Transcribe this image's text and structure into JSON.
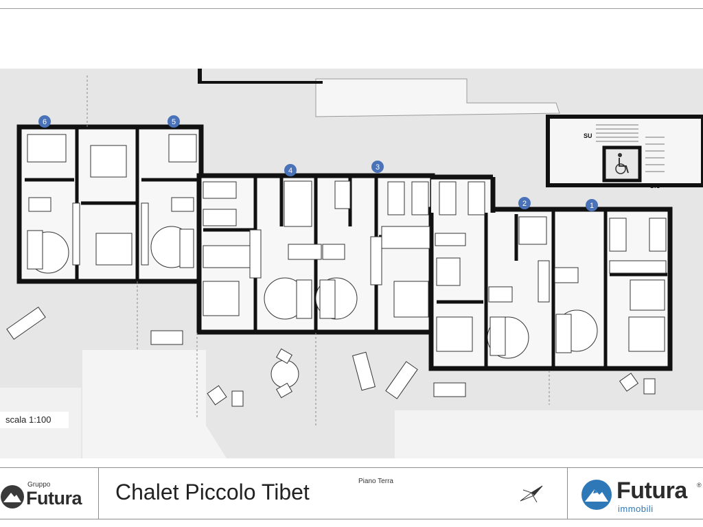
{
  "plan": {
    "scale_label": "scala 1:100",
    "stairs_up": "SU",
    "stairs_down": "GIU'",
    "units": [
      "1",
      "2",
      "3",
      "4",
      "5",
      "6"
    ],
    "accessibility_icon": "wheelchair-icon",
    "marker_color": "#4a72b8"
  },
  "footer": {
    "left_logo": {
      "group": "Gruppo",
      "brand": "Futura",
      "icon": "mountain-logo-icon"
    },
    "title": "Chalet Piccolo Tibet",
    "floor": "Piano Terra",
    "compass_icon": "north-arrow-icon",
    "right_logo": {
      "brand": "Futura",
      "registered": "®",
      "subtitle": "immobili",
      "icon": "mountain-logo-icon",
      "color": "#2f78b8"
    }
  }
}
